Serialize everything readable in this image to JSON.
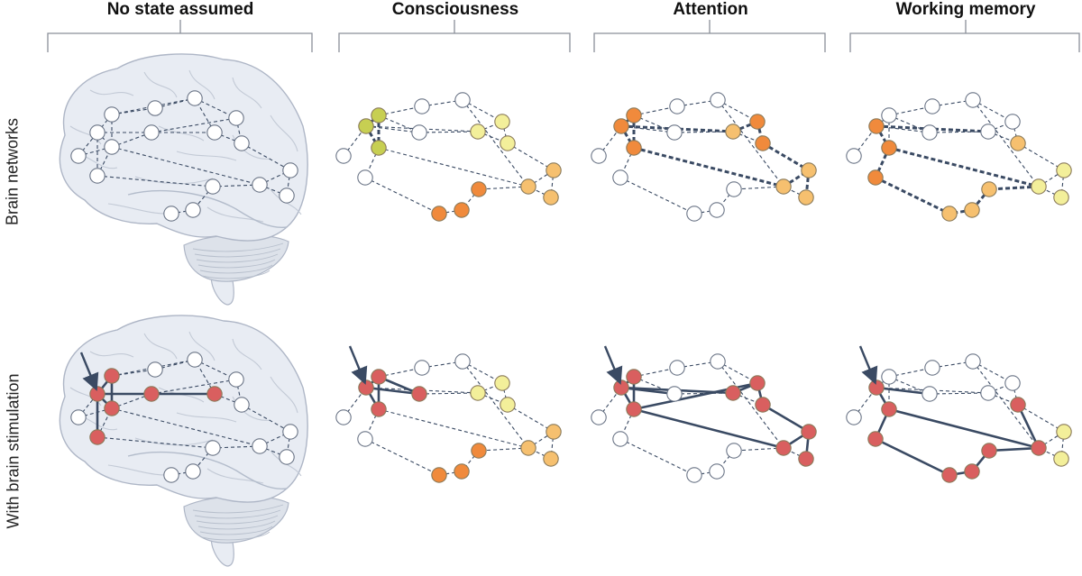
{
  "columns": [
    {
      "title": "No state assumed"
    },
    {
      "title": "Consciousness"
    },
    {
      "title": "Attention"
    },
    {
      "title": "Working memory"
    }
  ],
  "rows": [
    {
      "label": "Brain networks"
    },
    {
      "label": "With brain stimulation"
    }
  ],
  "colors": {
    "edge": "#3a4a63",
    "node_default": "#ffffff",
    "node_stroke": "#6a7486",
    "stimulated": "#d95f5f",
    "brain_fill": "#e8ecf3",
    "brain_stroke": "#aeb6c6",
    "heat_high": "#f08a3c",
    "heat_mid": "#f6c06f",
    "heat_low": "#f3ef9a",
    "olive": "#c7cf52"
  }
}
